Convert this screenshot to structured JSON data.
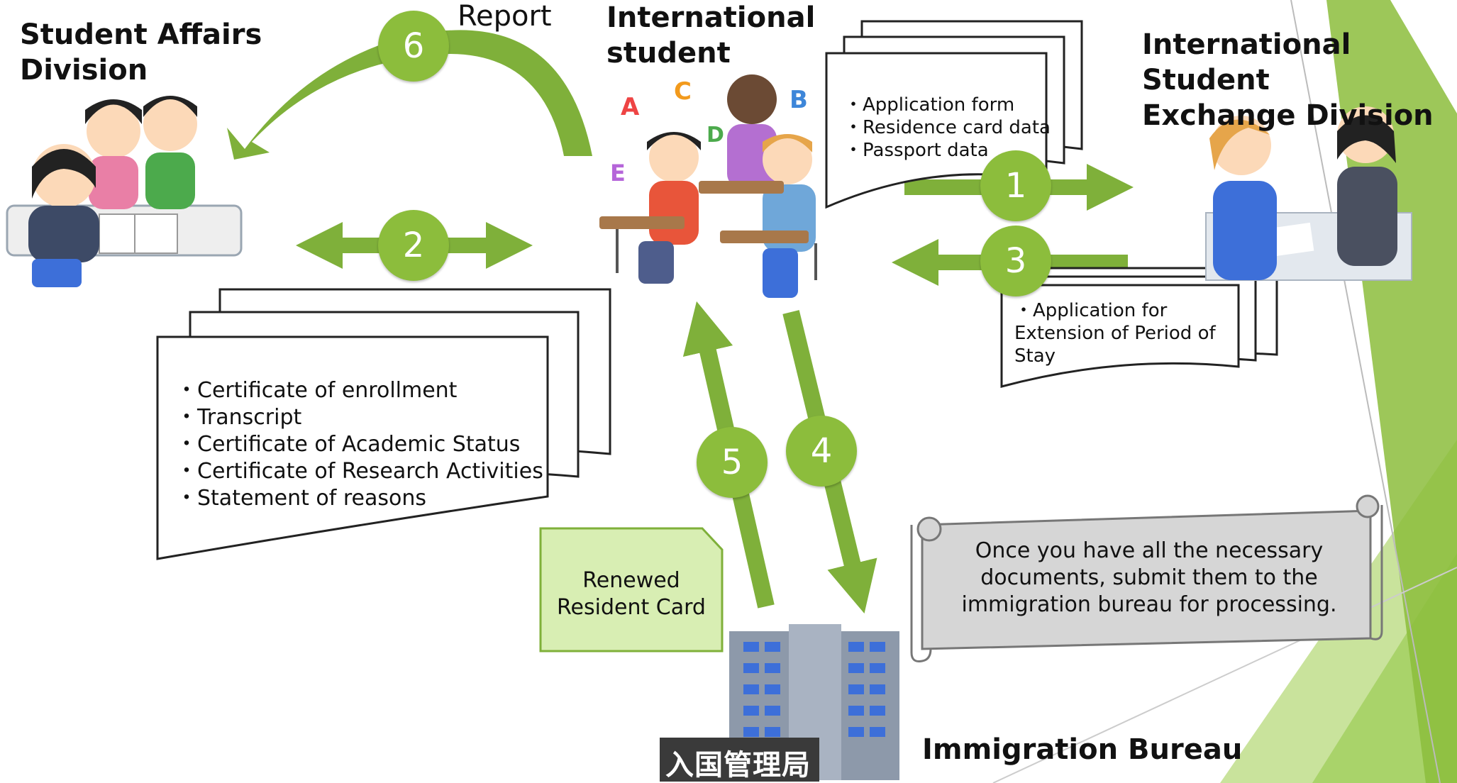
{
  "divisions": {
    "student_affairs": "Student Affairs\nDivision",
    "international_student": "International\nstudent",
    "exchange_division": "International Student\nExchange Division",
    "immigration": "Immigration Bureau"
  },
  "report_label": "Report",
  "building_sign": "入国管理局",
  "steps": [
    "1",
    "2",
    "3",
    "4",
    "5",
    "6"
  ],
  "documents": {
    "application_stack": "・Application form\n・Residence card data\n・Passport data",
    "extension_stack": "・Application for\nExtension of Period of\nStay",
    "certificates_stack": "・Certificate of enrollment\n・Transcript\n・Certificate of Academic Status\n・Certificate of Research Activities\n・Statement of reasons"
  },
  "resident_card": "Renewed\nResident Card",
  "scroll_note": "Once you have all the necessary\ndocuments, submit them to the\nimmigration bureau for processing.",
  "colors": {
    "arrow_green": "#7fb03a",
    "step_circle": "#8cbd3c",
    "card_fill": "#d8eeb3",
    "scroll_fill": "#d6d6d6",
    "corner_light": "#c9e39c",
    "corner_dark": "#8cbd3c"
  },
  "icons": [
    "student-affairs-illustration",
    "students-illustration",
    "exchange-division-illustration",
    "building-illustration"
  ]
}
